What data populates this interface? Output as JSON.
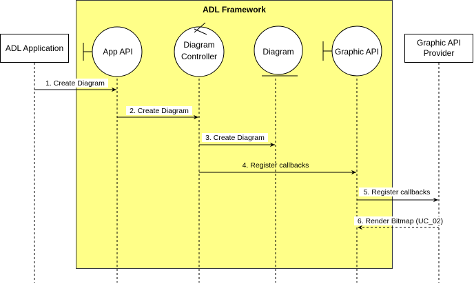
{
  "framework": {
    "title": "ADL Framework",
    "fill": "#ffff88",
    "stroke": "#36393d"
  },
  "participants": [
    {
      "id": "adl-application",
      "lines": [
        "ADL Application"
      ],
      "kind": "box"
    },
    {
      "id": "app-api",
      "lines": [
        "App API"
      ],
      "kind": "boundary"
    },
    {
      "id": "diagram-controller",
      "lines": [
        "Diagram",
        "Controller"
      ],
      "kind": "control"
    },
    {
      "id": "diagram",
      "lines": [
        "Diagram"
      ],
      "kind": "entity"
    },
    {
      "id": "graphic-api",
      "lines": [
        "Graphic API"
      ],
      "kind": "boundary"
    },
    {
      "id": "graphic-api-provider",
      "lines": [
        "Graphic API",
        "Provider"
      ],
      "kind": "box"
    }
  ],
  "messages": [
    {
      "label": "1. Create Diagram",
      "from": "adl-application",
      "to": "app-api",
      "style": "solid"
    },
    {
      "label": "2. Create Diagram",
      "from": "app-api",
      "to": "diagram-controller",
      "style": "solid"
    },
    {
      "label": "3. Create Diagram",
      "from": "diagram-controller",
      "to": "diagram",
      "style": "solid"
    },
    {
      "label": "4. Register callbacks",
      "from": "diagram-controller",
      "to": "graphic-api",
      "style": "solid"
    },
    {
      "label": "5. Register callbacks",
      "from": "graphic-api",
      "to": "graphic-api-provider",
      "style": "solid"
    },
    {
      "label": "6. Render Bitmap (UC_02)",
      "from": "graphic-api-provider",
      "to": "graphic-api",
      "style": "dashed"
    }
  ]
}
